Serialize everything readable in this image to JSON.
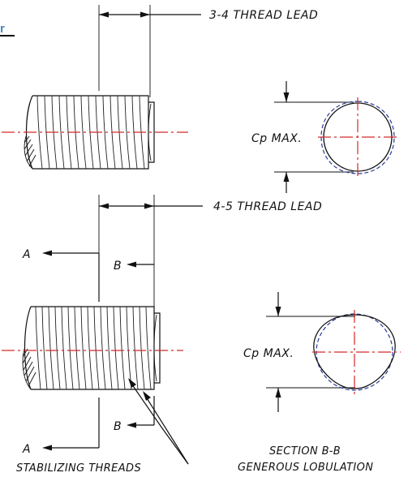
{
  "corner_fragment": "r",
  "top_view": {
    "lead_label": "3-4 THREAD LEAD",
    "section_label": "Cp MAX."
  },
  "bottom_view": {
    "lead_label": "4-5 THREAD LEAD",
    "section_label": "Cp MAX.",
    "cut_a_top": "A",
    "cut_a_bottom": "A",
    "cut_b_top": "B",
    "cut_b_bottom": "B",
    "threads_label": "STABILIZING THREADS",
    "section_title": "SECTION B-B",
    "section_subtitle": "GENEROUS LOBULATION"
  }
}
